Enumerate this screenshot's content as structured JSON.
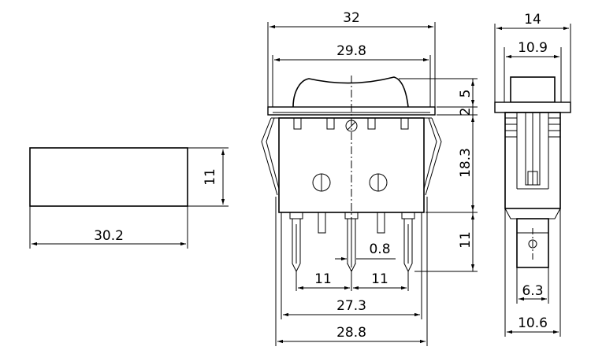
{
  "dimensions": {
    "cutout_width": "30.2",
    "cutout_height": "11",
    "front_total_width": "32",
    "front_body_width": "29.8",
    "rocker_height": "5",
    "flange_thickness": "2",
    "body_height": "18.3",
    "terminal_length": "11",
    "terminal_thickness": "0.8",
    "pitch_left": "11",
    "pitch_right": "11",
    "outer_terminal_span": "27.3",
    "body_bottom_width": "28.8",
    "side_total_width": "14",
    "side_rocker_width": "10.9",
    "side_terminal_width": "6.3",
    "side_body_width": "10.6"
  }
}
